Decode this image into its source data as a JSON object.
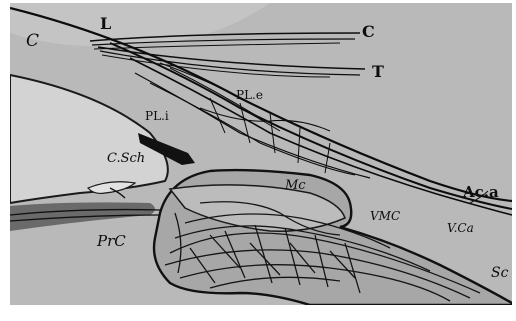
{
  "figure": {
    "colors": {
      "background": "#b9b9b9",
      "ink": "#111111",
      "pale": "#d8d8d8",
      "frame": "#ffffff"
    },
    "labels": {
      "c_top_left": "C",
      "l": "L",
      "c_right": "C",
      "t": "T",
      "pl_e": "PL.e",
      "pl_i": "PL.i",
      "c_sch": "C.Sch",
      "mc": "Mc",
      "vmc": "VMC",
      "ac_a": "Ac.a",
      "v_ca": "V.Ca",
      "prc": "PrC",
      "sc": "Sc"
    }
  }
}
